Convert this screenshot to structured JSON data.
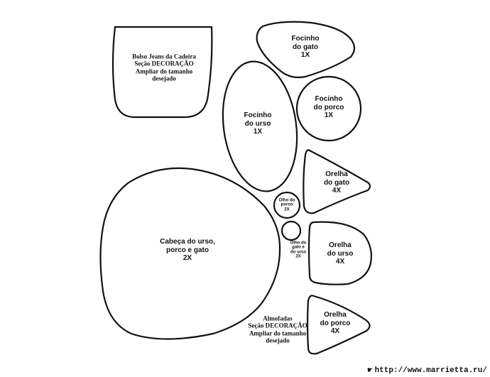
{
  "pieces": {
    "pocket": {
      "lines": [
        "Bolso Jeans da Cadeira",
        "Seção DECORAÇÃO",
        "Ampliar do tamanho",
        "desejado"
      ]
    },
    "cat_snout": {
      "lines": [
        "Focinho",
        "do gato",
        "1X"
      ]
    },
    "bear_snout": {
      "lines": [
        "Focinho",
        "do urso",
        "1X"
      ]
    },
    "pig_snout": {
      "lines": [
        "Focinho",
        "do porco",
        "1X"
      ]
    },
    "cat_ear": {
      "lines": [
        "Orelha",
        "do gato",
        "4X"
      ]
    },
    "pig_eye": {
      "lines": [
        "Olho do",
        "porco",
        "2X"
      ]
    },
    "head": {
      "lines": [
        "Cabeça do urso,",
        "porco e gato",
        "2X"
      ]
    },
    "cat_bear_eye": {
      "lines": [
        "Olho do",
        "gato e",
        "do urso",
        "2X"
      ]
    },
    "bear_ear": {
      "lines": [
        "Orelha",
        "do urso",
        "4X"
      ]
    },
    "cushions": {
      "lines": [
        "Almofadas",
        "Seção DECORAÇÃO",
        "Ampliar do tamanho",
        "desejado"
      ]
    },
    "pig_ear": {
      "lines": [
        "Orelha",
        "do porco",
        "4X"
      ]
    }
  },
  "footer": {
    "url": "http://www.marrietta.ru/",
    "icon": "hand-pointer-icon"
  }
}
